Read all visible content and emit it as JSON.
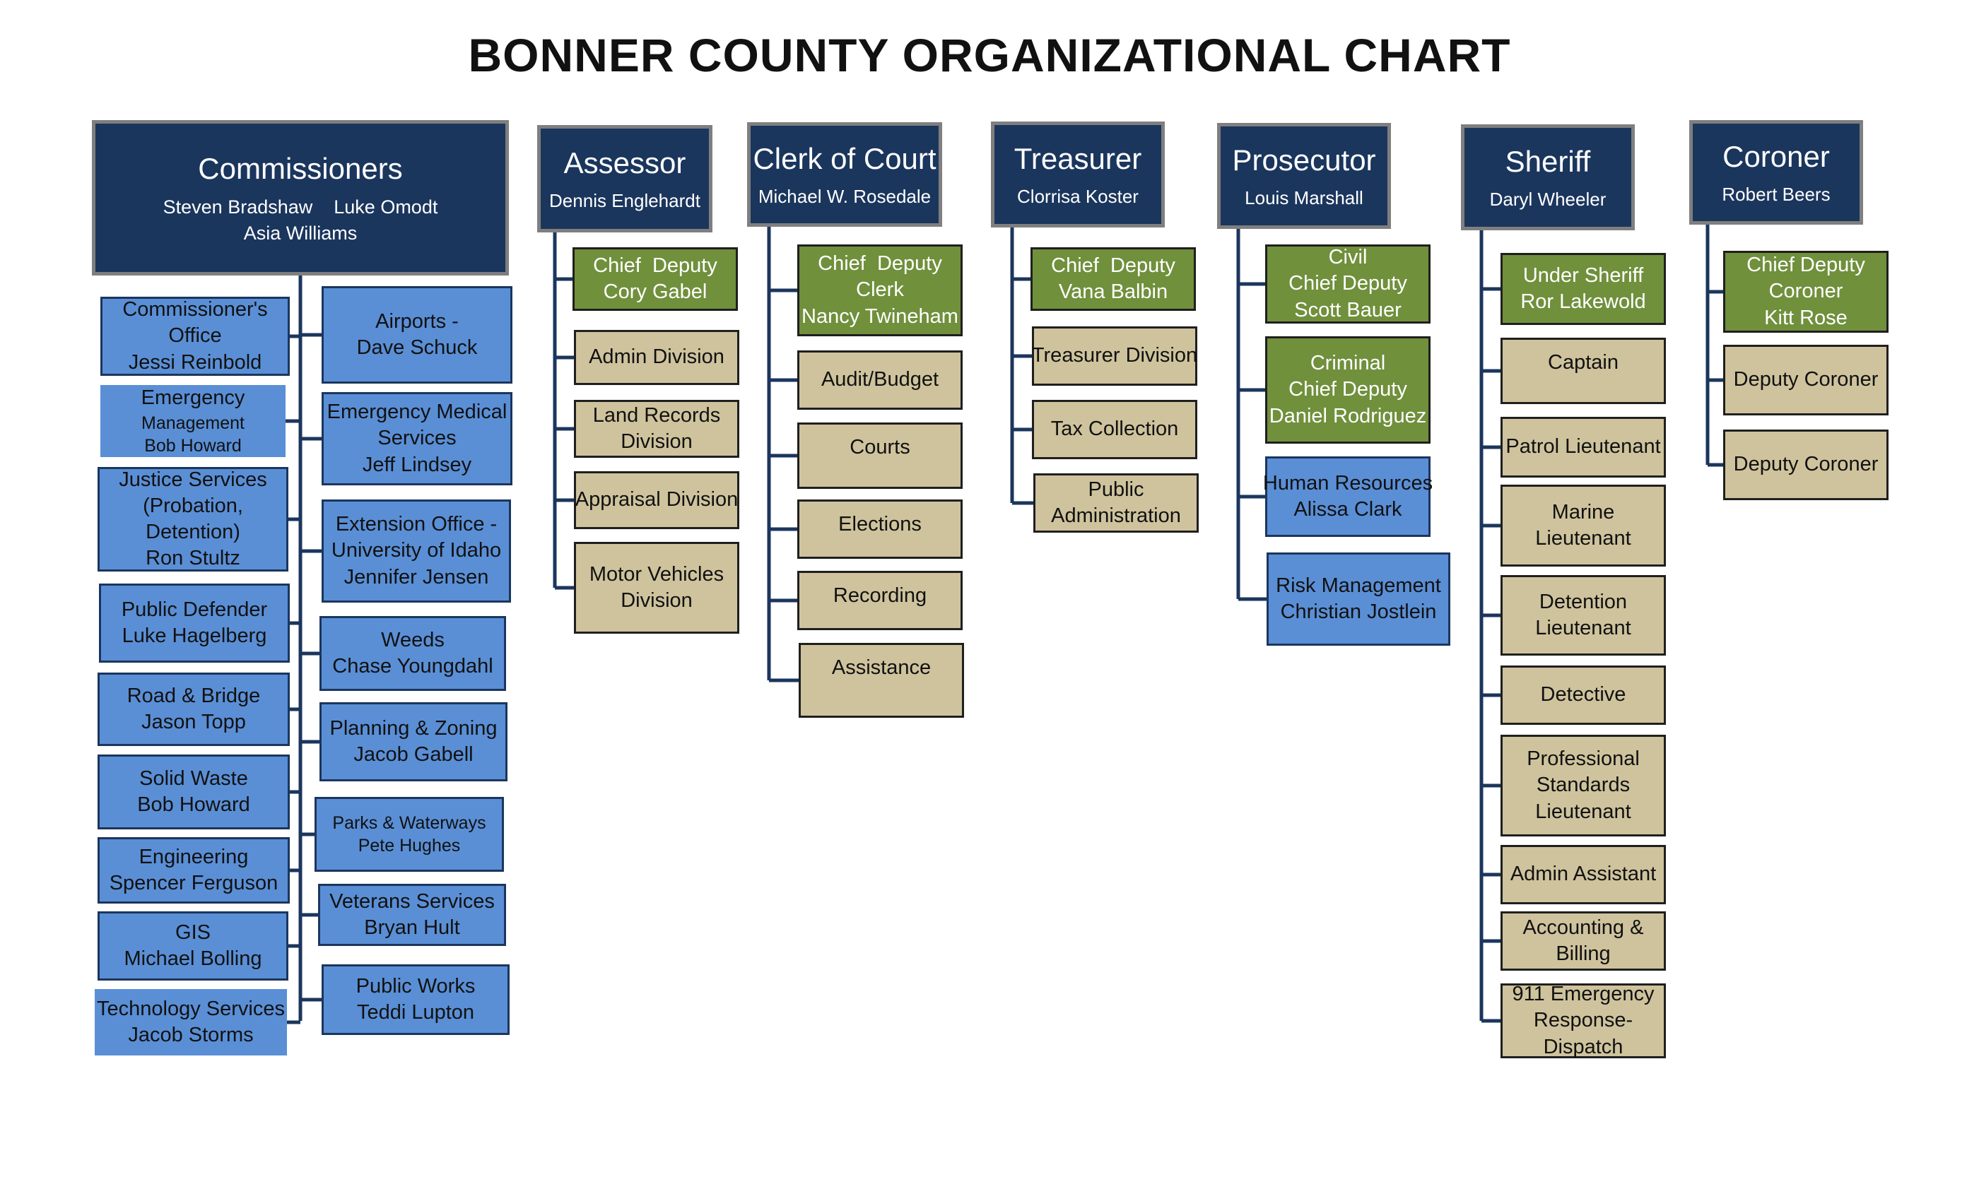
{
  "title": "BONNER COUNTY ORGANIZATIONAL CHART",
  "colors": {
    "navy": "#1b365d",
    "blue": "#5a8fd6",
    "green": "#70903c",
    "tan": "#cfc39d"
  },
  "commissioners": {
    "title": "Commissioners",
    "names": [
      "Steven Bradshaw    Luke Omodt",
      "Asia Williams"
    ],
    "left": [
      [
        "Commissioner's",
        "Office",
        "Jessi Reinbold"
      ],
      [
        "Emergency",
        "Management",
        "Bob Howard"
      ],
      [
        "Justice Services",
        "(Probation,",
        "Detention)",
        "Ron Stultz"
      ],
      [
        "Public Defender",
        "Luke Hagelberg"
      ],
      [
        "Road & Bridge",
        "Jason Topp"
      ],
      [
        "Solid Waste",
        "Bob Howard"
      ],
      [
        "Engineering",
        "Spencer Ferguson"
      ],
      [
        "GIS",
        "Michael Bolling"
      ],
      [
        "Technology Services",
        "Jacob Storms"
      ]
    ],
    "right": [
      [
        "Airports -",
        "Dave Schuck"
      ],
      [
        "Emergency Medical",
        "Services",
        "Jeff Lindsey"
      ],
      [
        "Extension Office -",
        "University of Idaho",
        "Jennifer Jensen"
      ],
      [
        "Weeds",
        "Chase Youngdahl"
      ],
      [
        "Planning & Zoning",
        "Jacob Gabell"
      ],
      [
        "Parks & Waterways",
        "Pete Hughes"
      ],
      [
        "Veterans Services",
        "Bryan Hult"
      ],
      [
        "Public Works",
        "Teddi Lupton"
      ]
    ]
  },
  "assessor": {
    "title": "Assessor",
    "name": "Dennis Englehardt",
    "children": [
      [
        "Chief  Deputy",
        "Cory Gabel"
      ],
      [
        "Admin Division"
      ],
      [
        "Land Records",
        "Division"
      ],
      [
        "Appraisal Division"
      ],
      [
        "Motor Vehicles",
        "Division"
      ]
    ]
  },
  "clerk": {
    "title": "Clerk of Court",
    "name": "Michael W. Rosedale",
    "children": [
      [
        "Chief  Deputy",
        "Clerk",
        "Nancy Twineham"
      ],
      [
        "Audit/Budget"
      ],
      [
        "Courts"
      ],
      [
        "Elections"
      ],
      [
        "Recording"
      ],
      [
        "Assistance"
      ]
    ]
  },
  "treasurer": {
    "title": "Treasurer",
    "name": "Clorrisa Koster",
    "children": [
      [
        "Chief  Deputy",
        "Vana Balbin"
      ],
      [
        "Treasurer Division"
      ],
      [
        "Tax Collection"
      ],
      [
        "Public",
        "Administration"
      ]
    ]
  },
  "prosecutor": {
    "title": "Prosecutor",
    "name": "Louis Marshall",
    "children": [
      [
        "Civil",
        "Chief Deputy",
        "Scott Bauer"
      ],
      [
        "Criminal",
        "Chief Deputy",
        "Daniel Rodriguez"
      ],
      [
        "Human Resources",
        "Alissa Clark"
      ],
      [
        "Risk Management",
        "Christian Jostlein"
      ]
    ]
  },
  "sheriff": {
    "title": "Sheriff",
    "name": "Daryl Wheeler",
    "children": [
      [
        "Under Sheriff",
        "Ror Lakewold"
      ],
      [
        "Captain"
      ],
      [
        "Patrol Lieutenant"
      ],
      [
        "Marine",
        "Lieutenant"
      ],
      [
        "Detention",
        "Lieutenant"
      ],
      [
        "Detective"
      ],
      [
        "Professional",
        "Standards",
        "Lieutenant"
      ],
      [
        "Admin Assistant"
      ],
      [
        "Accounting &",
        "Billing"
      ],
      [
        "911 Emergency",
        "Response-",
        "Dispatch"
      ]
    ]
  },
  "coroner": {
    "title": "Coroner",
    "name": "Robert Beers",
    "children": [
      [
        "Chief Deputy",
        "Coroner",
        "Kitt Rose"
      ],
      [
        "Deputy Coroner"
      ],
      [
        "Deputy Coroner"
      ]
    ]
  }
}
